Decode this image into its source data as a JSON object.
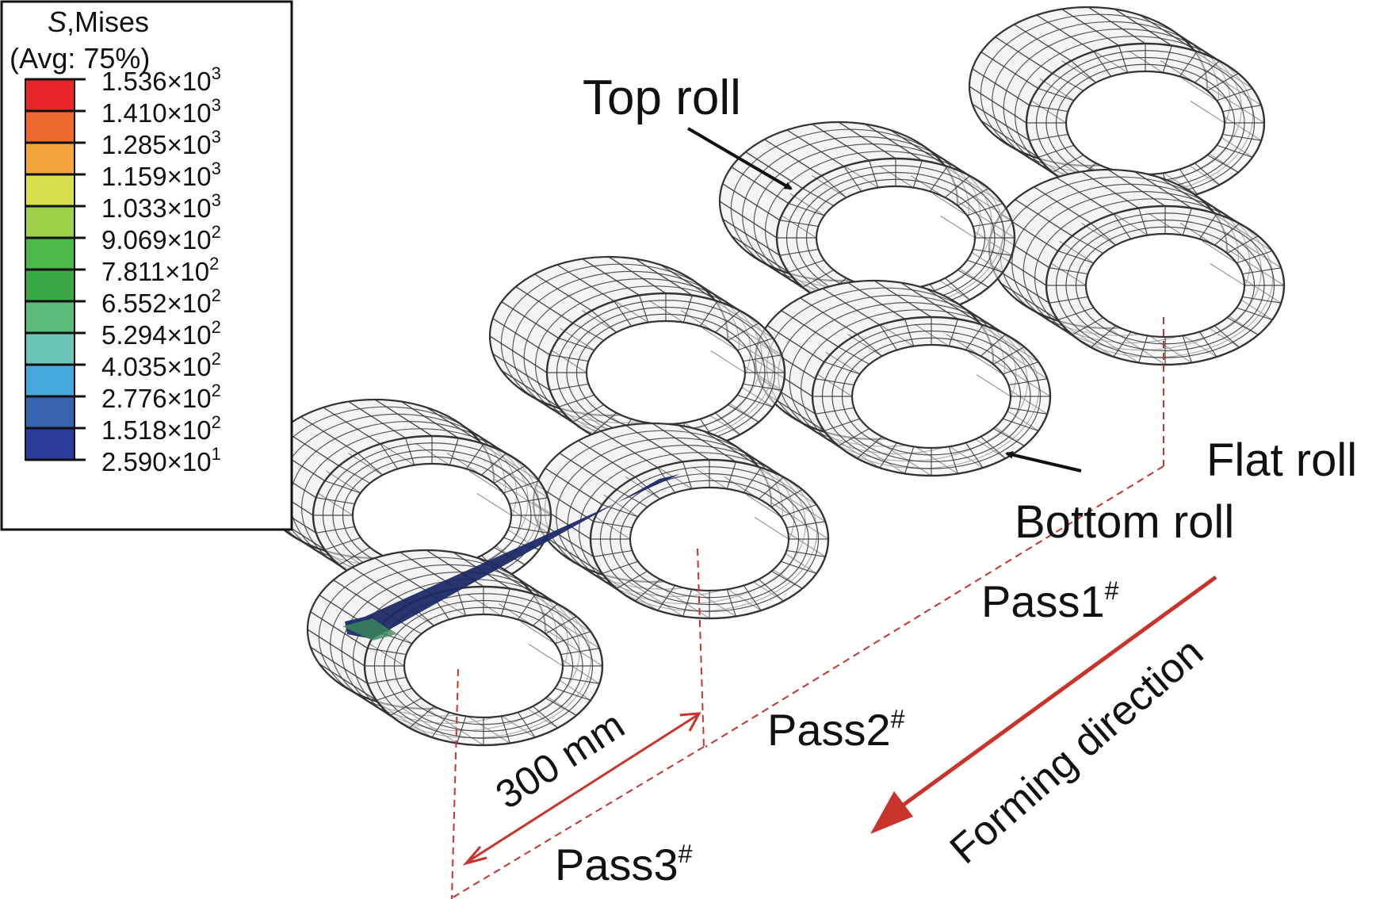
{
  "legend": {
    "title_symbol": "S",
    "title_rest": ",Mises",
    "subtitle": "(Avg: 75%)",
    "entries": [
      {
        "mant": "1.536",
        "exp": "3"
      },
      {
        "mant": "1.410",
        "exp": "3"
      },
      {
        "mant": "1.285",
        "exp": "3"
      },
      {
        "mant": "1.159",
        "exp": "3"
      },
      {
        "mant": "1.033",
        "exp": "3"
      },
      {
        "mant": "9.069",
        "exp": "2"
      },
      {
        "mant": "7.811",
        "exp": "2"
      },
      {
        "mant": "6.552",
        "exp": "2"
      },
      {
        "mant": "5.294",
        "exp": "2"
      },
      {
        "mant": "4.035",
        "exp": "2"
      },
      {
        "mant": "2.776",
        "exp": "2"
      },
      {
        "mant": "1.518",
        "exp": "2"
      },
      {
        "mant": "2.590",
        "exp": "1"
      }
    ],
    "colors": [
      "#e8262a",
      "#ee6a2c",
      "#f3a43a",
      "#d9e04e",
      "#9fd04a",
      "#4cb848",
      "#3aa845",
      "#5cba7a",
      "#6cc6b8",
      "#45a9dc",
      "#3762b0",
      "#2b3c9a"
    ]
  },
  "labels": {
    "top_roll": "Top roll",
    "flat_roll": "Flat roll",
    "bottom_roll": "Bottom roll",
    "pass1": "Pass1",
    "pass2": "Pass2",
    "pass3": "Pass3",
    "pass_mark": "#",
    "dimension": "300 mm",
    "forming_direction": "Forming direction"
  },
  "colors": {
    "guide": "#c8332b",
    "mesh": "#333333",
    "roll_fill": "#f4f4f4",
    "strip": "#1c2a66"
  }
}
